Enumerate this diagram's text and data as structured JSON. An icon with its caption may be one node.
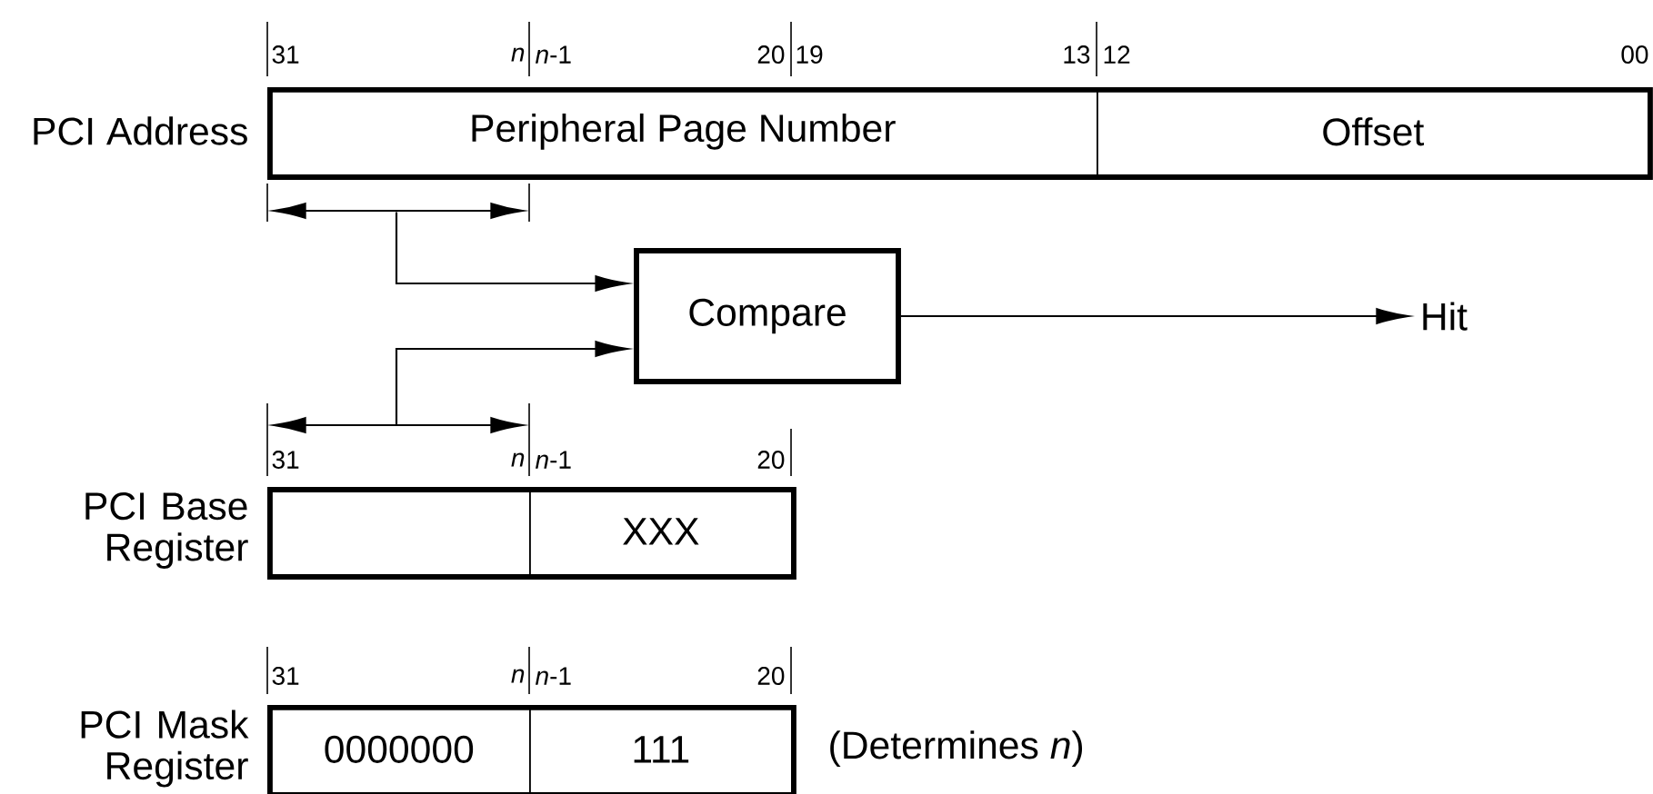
{
  "diagram": {
    "nodes": [
      {
        "text": [
          "PCI Address"
        ]
      },
      {
        "text": [
          "Peripheral Page Number"
        ],
        "in": 0
      },
      {
        "text": [
          "Offset"
        ],
        "in": 0
      },
      {
        "text": [
          "Compare"
        ]
      },
      {
        "text": [
          "Hit"
        ]
      },
      {
        "text": [
          "PCI Base Register"
        ]
      },
      {
        "text": [],
        "shape": "box",
        "in": 5
      },
      {
        "text": [
          "XXX"
        ],
        "in": 5
      },
      {
        "text": [
          "PCI Mask Register"
        ],
        "beside": [
          "(Determines *n*)"
        ]
      },
      {
        "text": [
          "0000000"
        ],
        "in": 8
      },
      {
        "text": [
          "111"
        ],
        "in": 8
      }
    ],
    "edges": [
      {
        "from": 1,
        "to": 3,
        "arrow": "to"
      },
      {
        "from": 6,
        "to": 3,
        "arrow": "to"
      },
      {
        "from": 3,
        "to": 4,
        "arrow": "to"
      }
    ],
    "labels": [
      "31",
      "n",
      "*n*-1",
      "20",
      "19",
      "13",
      "12",
      "00",
      "31",
      "n",
      "*n*-1",
      "20",
      "31",
      "n",
      "*n*-1",
      "20"
    ]
  }
}
